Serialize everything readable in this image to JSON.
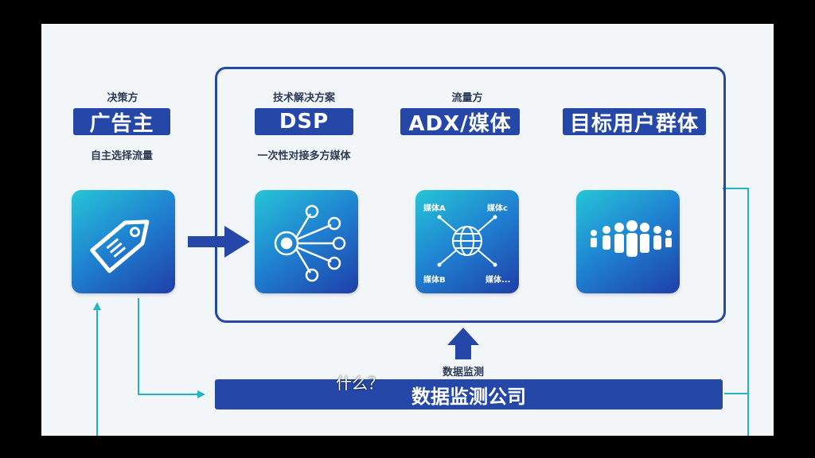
{
  "advertiser": {
    "role": "决策方",
    "name": "广告主",
    "desc": "自主选择流量"
  },
  "dsp": {
    "role": "技术解决方案",
    "name": "DSP",
    "desc": "一次性对接多方媒体"
  },
  "adx": {
    "role": "流量方",
    "name": "ADX/媒体",
    "media": [
      "媒体A",
      "媒体c",
      "媒体B",
      "媒体..."
    ]
  },
  "audience": {
    "name": "目标用户群体"
  },
  "monitoring": {
    "arrow_label": "数据监测",
    "company": "数据监测公司"
  },
  "subtitle": "什么？",
  "icons": [
    "tag-icon",
    "network-hub-icon",
    "globe-icon",
    "people-group-icon"
  ],
  "colors": {
    "brand_blue": "#2447a8",
    "teal_line": "#22b3c4",
    "tile_start": "#26c5d8",
    "tile_end": "#1f3fa8"
  }
}
